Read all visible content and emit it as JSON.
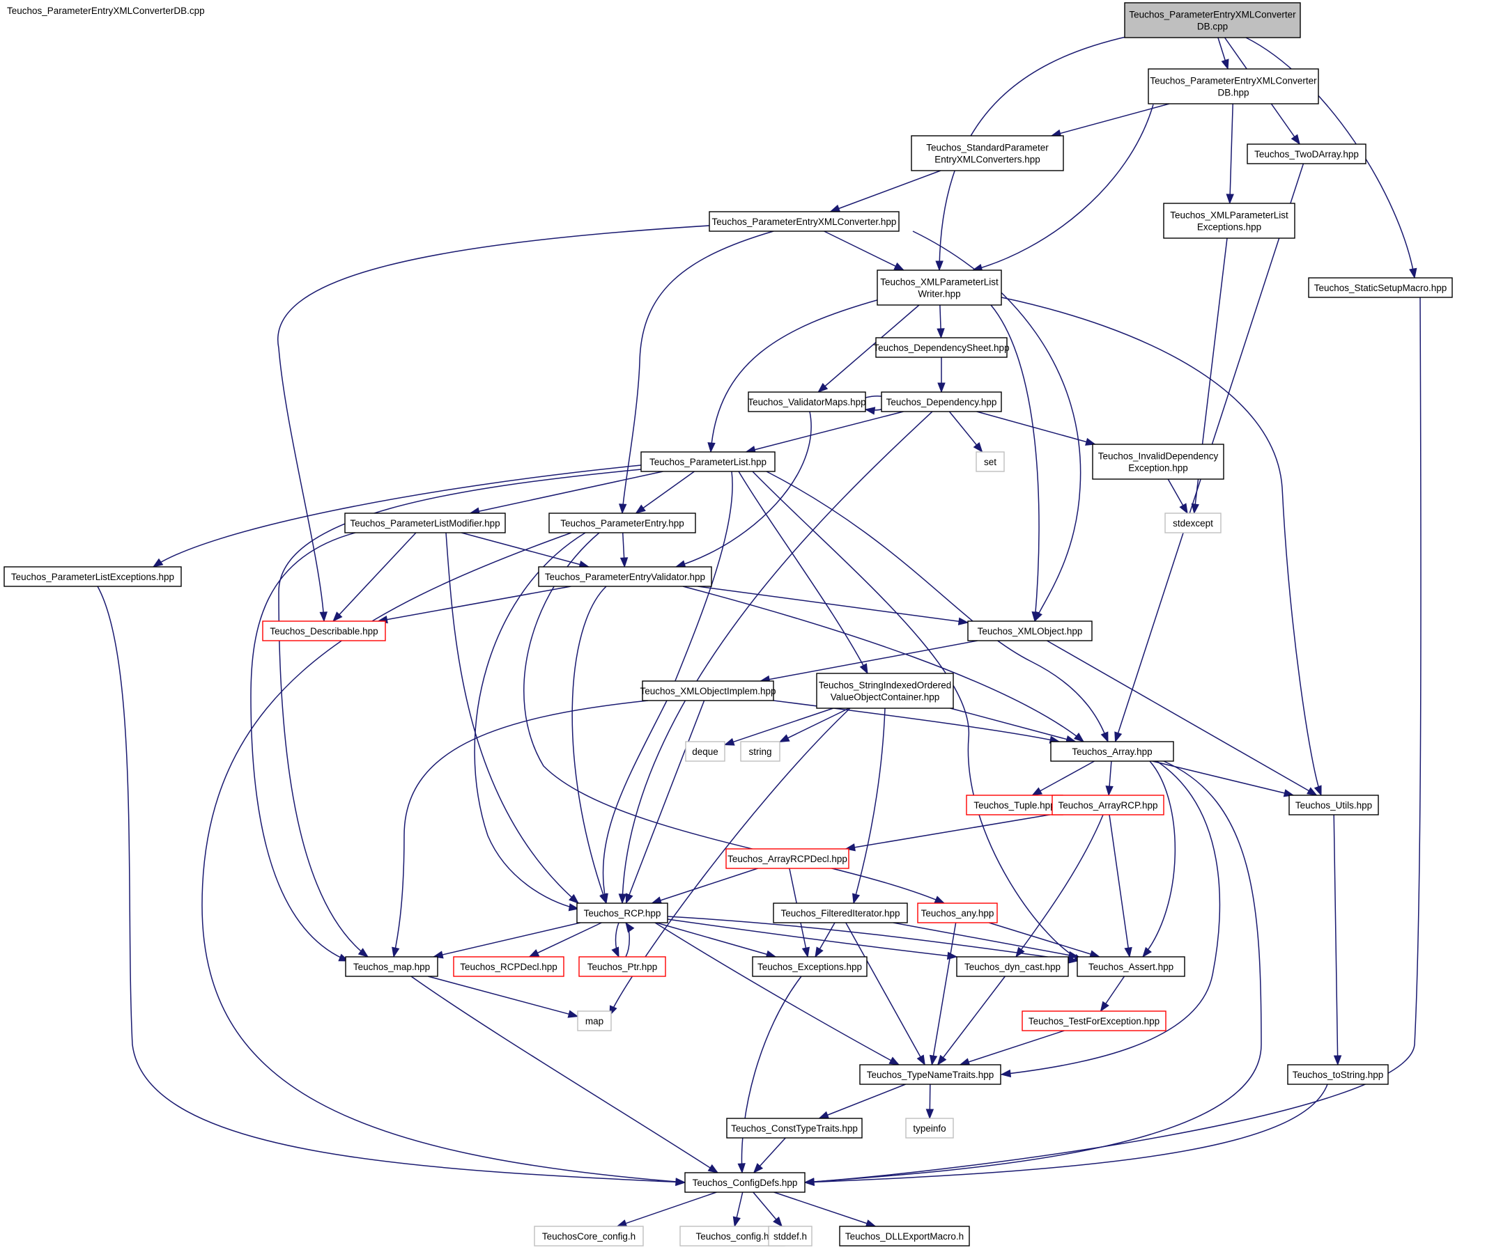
{
  "graph": {
    "title": "Teuchos_ParameterEntryXMLConverterDB.cpp",
    "colors": {
      "edge": "#191970",
      "root_fill": "#bfbfbf",
      "normal": "#000000",
      "truncated": "#ff0000",
      "system": "#bfbfbf"
    },
    "nodes": [
      {
        "id": "n0",
        "lines": [
          "Teuchos_ParameterEntryXMLConverter",
          "DB.cpp"
        ],
        "kind": "root"
      },
      {
        "id": "n1",
        "lines": [
          "Teuchos_ParameterEntryXMLConverter",
          "DB.hpp"
        ],
        "kind": "normal"
      },
      {
        "id": "n2",
        "lines": [
          "Teuchos_StandardParameter",
          "EntryXMLConverters.hpp"
        ],
        "kind": "normal"
      },
      {
        "id": "n3",
        "lines": [
          "Teuchos_TwoDArray.hpp"
        ],
        "kind": "normal"
      },
      {
        "id": "n4",
        "lines": [
          "Teuchos_XMLParameterList",
          "Exceptions.hpp"
        ],
        "kind": "normal"
      },
      {
        "id": "n5",
        "lines": [
          "Teuchos_ParameterEntryXMLConverter.hpp"
        ],
        "kind": "normal"
      },
      {
        "id": "n6",
        "lines": [
          "Teuchos_XMLParameterList",
          "Writer.hpp"
        ],
        "kind": "normal"
      },
      {
        "id": "n7",
        "lines": [
          "Teuchos_StaticSetupMacro.hpp"
        ],
        "kind": "normal"
      },
      {
        "id": "n8",
        "lines": [
          "Teuchos_DependencySheet.hpp"
        ],
        "kind": "normal"
      },
      {
        "id": "n9",
        "lines": [
          "Teuchos_ValidatorMaps.hpp"
        ],
        "kind": "normal"
      },
      {
        "id": "n10",
        "lines": [
          "Teuchos_Dependency.hpp"
        ],
        "kind": "normal"
      },
      {
        "id": "n11",
        "lines": [
          "Teuchos_ParameterList.hpp"
        ],
        "kind": "normal"
      },
      {
        "id": "n12",
        "lines": [
          "set"
        ],
        "kind": "system"
      },
      {
        "id": "n13",
        "lines": [
          "Teuchos_InvalidDependency",
          "Exception.hpp"
        ],
        "kind": "normal"
      },
      {
        "id": "n14",
        "lines": [
          "stdexcept"
        ],
        "kind": "system"
      },
      {
        "id": "n15",
        "lines": [
          "Teuchos_ParameterListModifier.hpp"
        ],
        "kind": "normal"
      },
      {
        "id": "n16",
        "lines": [
          "Teuchos_ParameterEntry.hpp"
        ],
        "kind": "normal"
      },
      {
        "id": "n17",
        "lines": [
          "Teuchos_ParameterListExceptions.hpp"
        ],
        "kind": "normal"
      },
      {
        "id": "n18",
        "lines": [
          "Teuchos_ParameterEntryValidator.hpp"
        ],
        "kind": "normal"
      },
      {
        "id": "n19",
        "lines": [
          "Teuchos_Describable.hpp"
        ],
        "kind": "truncated"
      },
      {
        "id": "n20",
        "lines": [
          "Teuchos_XMLObject.hpp"
        ],
        "kind": "normal"
      },
      {
        "id": "n21",
        "lines": [
          "Teuchos_XMLObjectImplem.hpp"
        ],
        "kind": "normal"
      },
      {
        "id": "n22",
        "lines": [
          "Teuchos_StringIndexedOrdered",
          "ValueObjectContainer.hpp"
        ],
        "kind": "normal"
      },
      {
        "id": "n23",
        "lines": [
          "deque"
        ],
        "kind": "system"
      },
      {
        "id": "n24",
        "lines": [
          "string"
        ],
        "kind": "system"
      },
      {
        "id": "n25",
        "lines": [
          "Teuchos_Array.hpp"
        ],
        "kind": "normal"
      },
      {
        "id": "n26",
        "lines": [
          "Teuchos_Tuple.hpp"
        ],
        "kind": "truncated"
      },
      {
        "id": "n27",
        "lines": [
          "Teuchos_ArrayRCP.hpp"
        ],
        "kind": "truncated"
      },
      {
        "id": "n28",
        "lines": [
          "Teuchos_Utils.hpp"
        ],
        "kind": "normal"
      },
      {
        "id": "n29",
        "lines": [
          "Teuchos_ArrayRCPDecl.hpp"
        ],
        "kind": "truncated"
      },
      {
        "id": "n30",
        "lines": [
          "Teuchos_RCP.hpp"
        ],
        "kind": "normal"
      },
      {
        "id": "n31",
        "lines": [
          "Teuchos_FilteredIterator.hpp"
        ],
        "kind": "normal"
      },
      {
        "id": "n32",
        "lines": [
          "Teuchos_any.hpp"
        ],
        "kind": "truncated"
      },
      {
        "id": "n33",
        "lines": [
          "Teuchos_map.hpp"
        ],
        "kind": "normal"
      },
      {
        "id": "n34",
        "lines": [
          "Teuchos_RCPDecl.hpp"
        ],
        "kind": "truncated"
      },
      {
        "id": "n35",
        "lines": [
          "Teuchos_Ptr.hpp"
        ],
        "kind": "truncated"
      },
      {
        "id": "n36",
        "lines": [
          "Teuchos_Exceptions.hpp"
        ],
        "kind": "normal"
      },
      {
        "id": "n37",
        "lines": [
          "Teuchos_dyn_cast.hpp"
        ],
        "kind": "normal"
      },
      {
        "id": "n38",
        "lines": [
          "Teuchos_Assert.hpp"
        ],
        "kind": "normal"
      },
      {
        "id": "n39",
        "lines": [
          "map"
        ],
        "kind": "system"
      },
      {
        "id": "n40",
        "lines": [
          "Teuchos_TestForException.hpp"
        ],
        "kind": "truncated"
      },
      {
        "id": "n41",
        "lines": [
          "Teuchos_TypeNameTraits.hpp"
        ],
        "kind": "normal"
      },
      {
        "id": "n42",
        "lines": [
          "Teuchos_toString.hpp"
        ],
        "kind": "normal"
      },
      {
        "id": "n43",
        "lines": [
          "Teuchos_ConstTypeTraits.hpp"
        ],
        "kind": "normal"
      },
      {
        "id": "n44",
        "lines": [
          "typeinfo"
        ],
        "kind": "system"
      },
      {
        "id": "n45",
        "lines": [
          "Teuchos_ConfigDefs.hpp"
        ],
        "kind": "normal"
      },
      {
        "id": "n46",
        "lines": [
          "TeuchosCore_config.h"
        ],
        "kind": "system"
      },
      {
        "id": "n47",
        "lines": [
          "Teuchos_config.h"
        ],
        "kind": "system"
      },
      {
        "id": "n48",
        "lines": [
          "stddef.h"
        ],
        "kind": "system"
      },
      {
        "id": "n49",
        "lines": [
          "Teuchos_DLLExportMacro.h"
        ],
        "kind": "normal"
      }
    ],
    "edges": [
      [
        "n0",
        "n1"
      ],
      [
        "n0",
        "n6"
      ],
      [
        "n0",
        "n3"
      ],
      [
        "n0",
        "n7"
      ],
      [
        "n1",
        "n2"
      ],
      [
        "n1",
        "n6"
      ],
      [
        "n1",
        "n4"
      ],
      [
        "n2",
        "n5"
      ],
      [
        "n3",
        "n25"
      ],
      [
        "n4",
        "n14"
      ],
      [
        "n5",
        "n6"
      ],
      [
        "n5",
        "n19"
      ],
      [
        "n5",
        "n16"
      ],
      [
        "n5",
        "n20"
      ],
      [
        "n6",
        "n8"
      ],
      [
        "n6",
        "n9"
      ],
      [
        "n6",
        "n11"
      ],
      [
        "n6",
        "n20"
      ],
      [
        "n6",
        "n28"
      ],
      [
        "n7",
        "n45"
      ],
      [
        "n8",
        "n10"
      ],
      [
        "n9",
        "n9"
      ],
      [
        "n9",
        "n18"
      ],
      [
        "n10",
        "n11"
      ],
      [
        "n10",
        "n12"
      ],
      [
        "n10",
        "n13"
      ],
      [
        "n10",
        "n30"
      ],
      [
        "n11",
        "n15"
      ],
      [
        "n11",
        "n16"
      ],
      [
        "n11",
        "n17"
      ],
      [
        "n11",
        "n33"
      ],
      [
        "n11",
        "n30"
      ],
      [
        "n11",
        "n22"
      ],
      [
        "n11",
        "n38"
      ],
      [
        "n11",
        "n25"
      ],
      [
        "n13",
        "n14"
      ],
      [
        "n15",
        "n19"
      ],
      [
        "n15",
        "n18"
      ],
      [
        "n15",
        "n33"
      ],
      [
        "n15",
        "n30"
      ],
      [
        "n16",
        "n18"
      ],
      [
        "n16",
        "n45"
      ],
      [
        "n16",
        "n30"
      ],
      [
        "n16",
        "n32"
      ],
      [
        "n17",
        "n45"
      ],
      [
        "n18",
        "n19"
      ],
      [
        "n18",
        "n20"
      ],
      [
        "n18",
        "n25"
      ],
      [
        "n18",
        "n30"
      ],
      [
        "n20",
        "n21"
      ],
      [
        "n20",
        "n28"
      ],
      [
        "n21",
        "n33"
      ],
      [
        "n21",
        "n30"
      ],
      [
        "n21",
        "n25"
      ],
      [
        "n22",
        "n23"
      ],
      [
        "n22",
        "n24"
      ],
      [
        "n22",
        "n25"
      ],
      [
        "n22",
        "n39"
      ],
      [
        "n22",
        "n31"
      ],
      [
        "n25",
        "n26"
      ],
      [
        "n25",
        "n27"
      ],
      [
        "n25",
        "n28"
      ],
      [
        "n25",
        "n38"
      ],
      [
        "n25",
        "n41"
      ],
      [
        "n25",
        "n45"
      ],
      [
        "n27",
        "n29"
      ],
      [
        "n27",
        "n37"
      ],
      [
        "n27",
        "n38"
      ],
      [
        "n28",
        "n42"
      ],
      [
        "n29",
        "n30"
      ],
      [
        "n29",
        "n36"
      ],
      [
        "n30",
        "n33"
      ],
      [
        "n30",
        "n34"
      ],
      [
        "n30",
        "n35"
      ],
      [
        "n30",
        "n36"
      ],
      [
        "n30",
        "n37"
      ],
      [
        "n30",
        "n38"
      ],
      [
        "n30",
        "n41"
      ],
      [
        "n31",
        "n36"
      ],
      [
        "n31",
        "n38"
      ],
      [
        "n31",
        "n41"
      ],
      [
        "n32",
        "n38"
      ],
      [
        "n32",
        "n41"
      ],
      [
        "n33",
        "n39"
      ],
      [
        "n33",
        "n45"
      ],
      [
        "n35",
        "n30"
      ],
      [
        "n36",
        "n45"
      ],
      [
        "n37",
        "n41"
      ],
      [
        "n38",
        "n40"
      ],
      [
        "n40",
        "n41"
      ],
      [
        "n41",
        "n43"
      ],
      [
        "n41",
        "n44"
      ],
      [
        "n42",
        "n45"
      ],
      [
        "n43",
        "n45"
      ],
      [
        "n45",
        "n46"
      ],
      [
        "n45",
        "n47"
      ],
      [
        "n45",
        "n48"
      ],
      [
        "n45",
        "n49"
      ]
    ]
  }
}
